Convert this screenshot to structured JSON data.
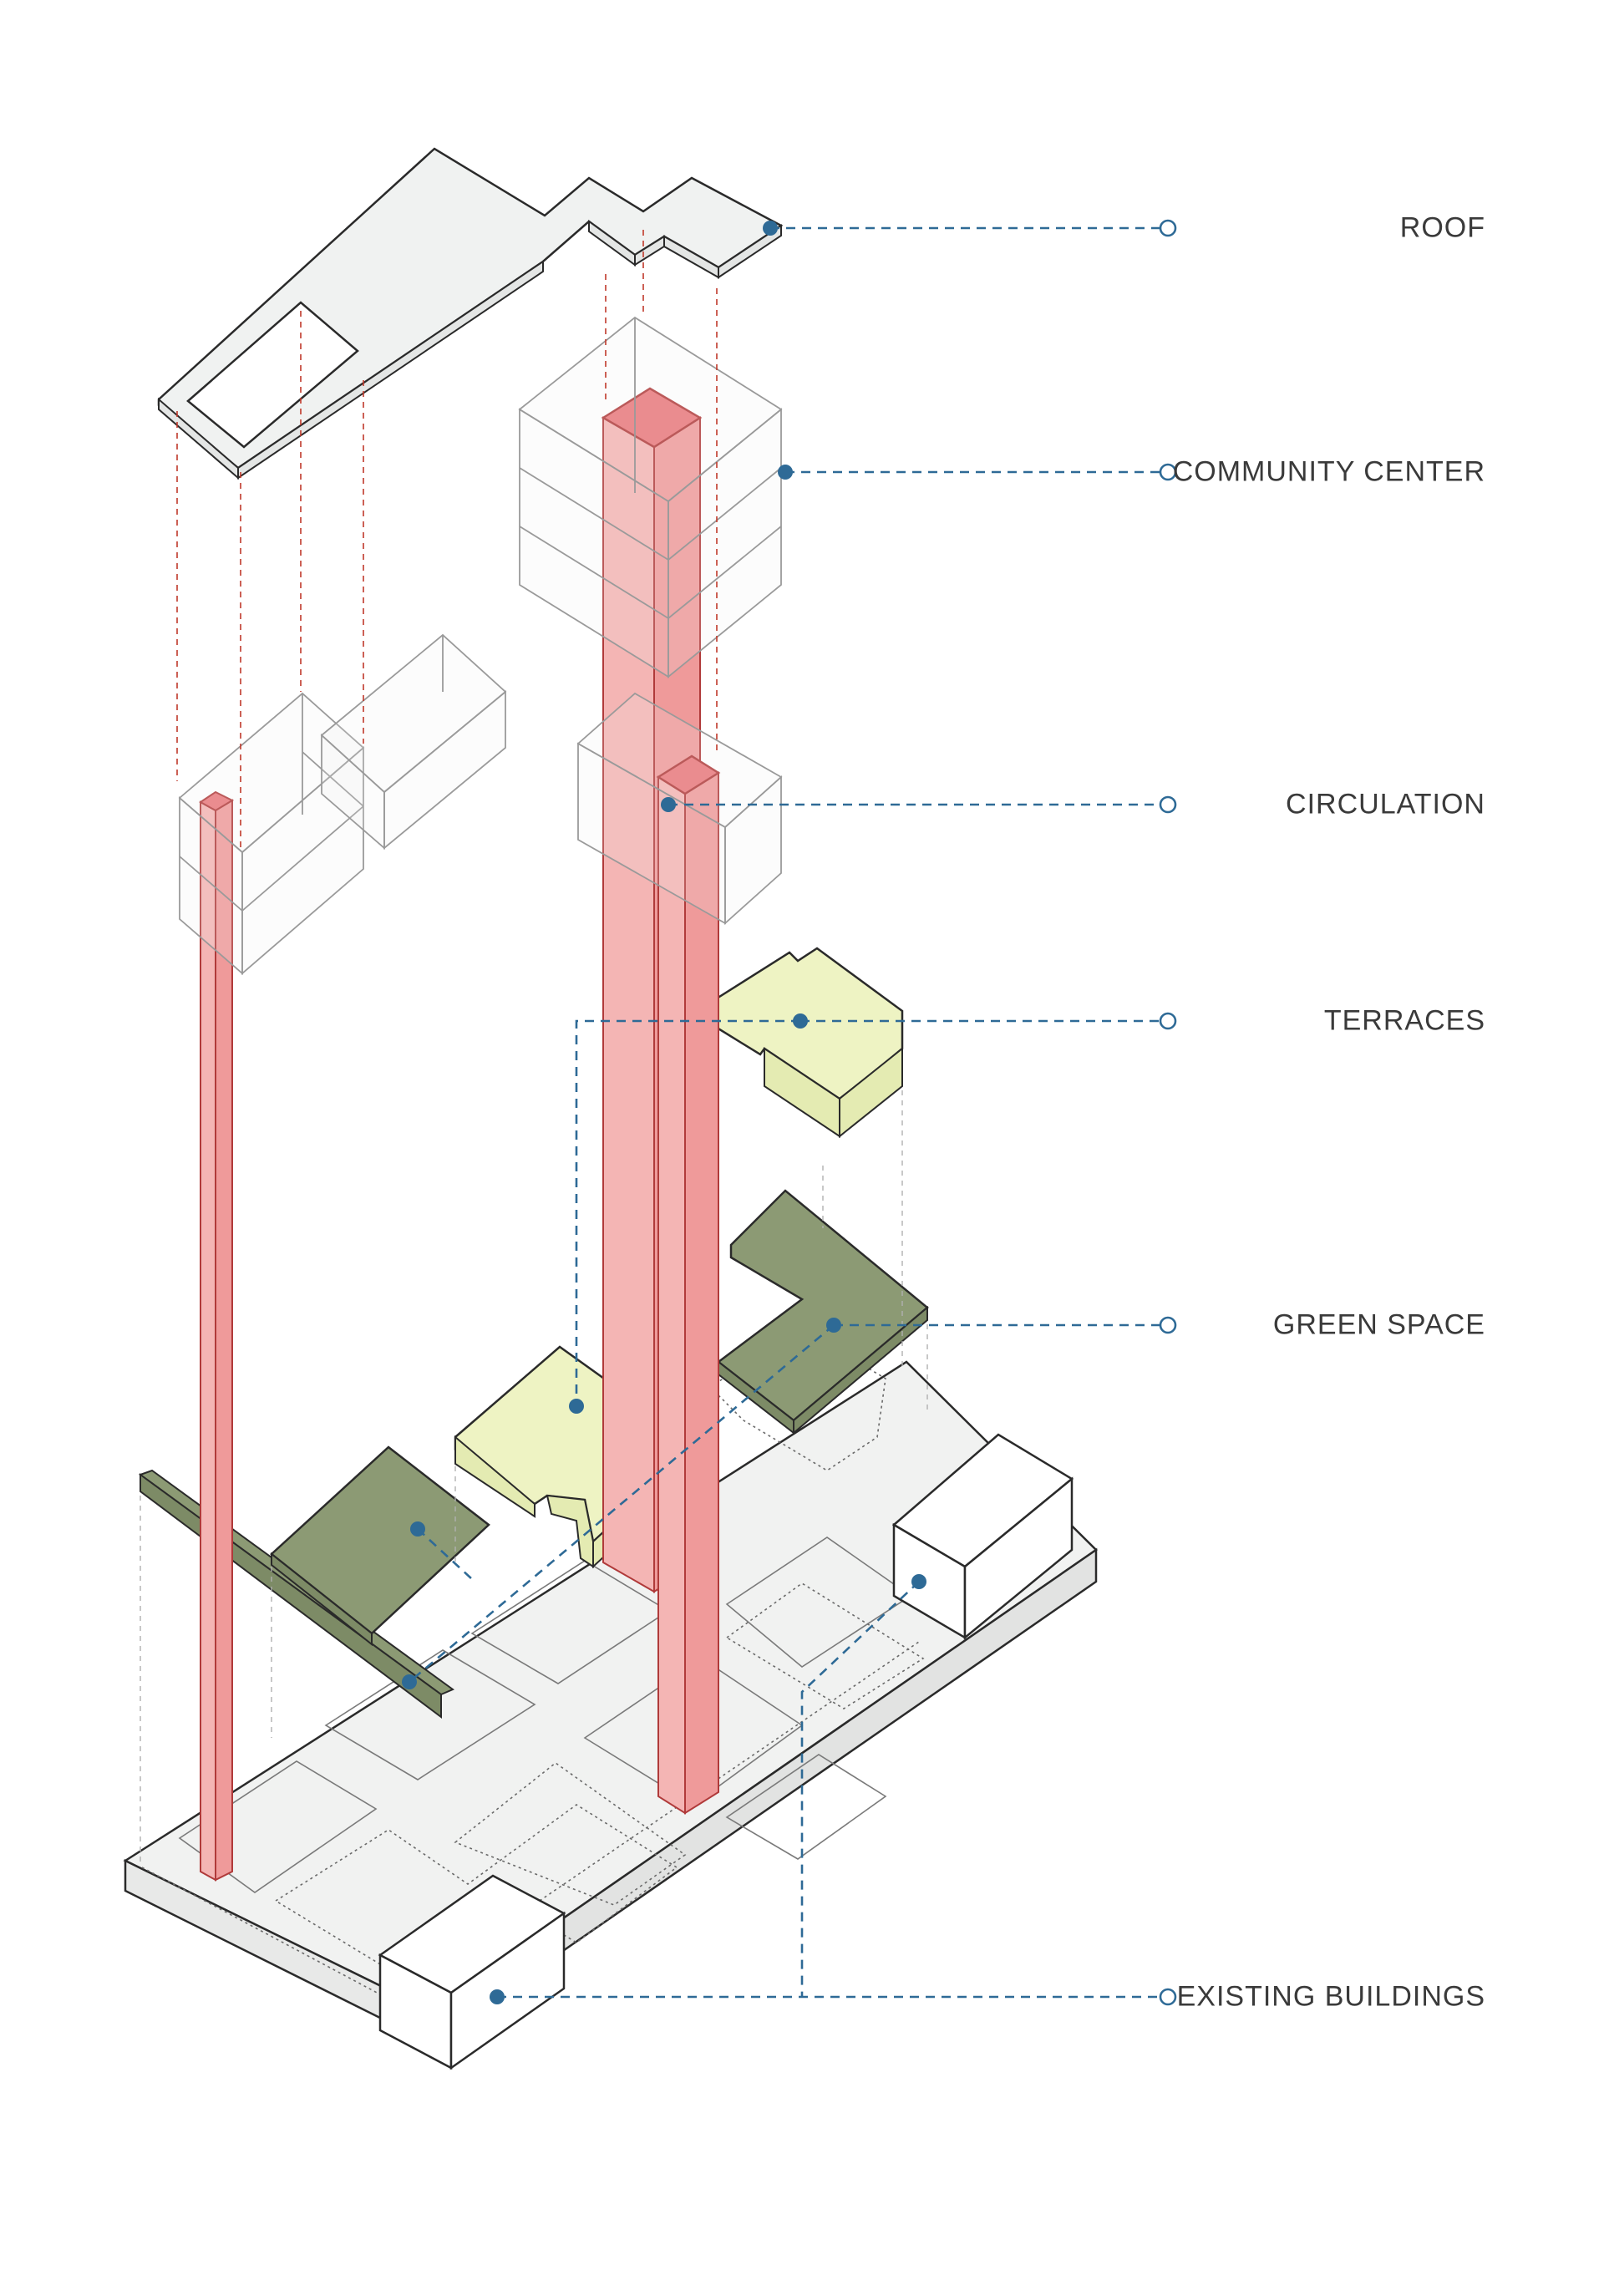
{
  "legend": {
    "items": [
      {
        "key": "roof",
        "label": "ROOF"
      },
      {
        "key": "community",
        "label": "COMMUNITY CENTER"
      },
      {
        "key": "circulation",
        "label": "CIRCULATION"
      },
      {
        "key": "terraces",
        "label": "TERRACES"
      },
      {
        "key": "green",
        "label": "GREEN SPACE"
      },
      {
        "key": "existing",
        "label": "EXISTING BUILDINGS"
      }
    ]
  },
  "colors": {
    "leader": "#2e6a96",
    "roof_fill": "#f0f2f1",
    "outline": "#2a2a2a",
    "glass_stroke": "#9a9a9a",
    "circulation_face": "#ef9a9a",
    "circulation_front": "#f4b5b4",
    "circulation_top": "#e9777a",
    "terrace": "#eef3c3",
    "terrace_side": "#e4ebb2",
    "green": "#8c9a74",
    "green_side": "#7d8b66",
    "site": "#f1f2f1",
    "projection": "#c0392b"
  }
}
